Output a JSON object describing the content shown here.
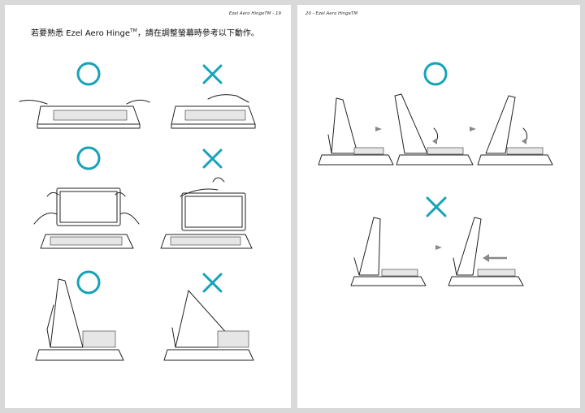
{
  "left_page": {
    "header": "Ezel Aero HingeTM - 19",
    "intro_text": "若要熟悉 Ezel Aero Hinge",
    "intro_sup": "TM",
    "intro_tail": "，請在調整螢幕時參考以下動作。",
    "rows": [
      {
        "correct": "O",
        "incorrect": "X",
        "topic": "closed-laptop-grip"
      },
      {
        "correct": "O",
        "incorrect": "X",
        "topic": "screen-lift-grip"
      },
      {
        "correct": "O",
        "incorrect": "X",
        "topic": "stand-mode-position"
      }
    ]
  },
  "right_page": {
    "header": "20 - Ezel Aero HingeTM",
    "sequences": [
      {
        "mark": "O",
        "steps": 3
      },
      {
        "mark": "X",
        "steps": 2
      }
    ]
  },
  "colors": {
    "accent": "#15a3b8",
    "line": "#222222",
    "gutter": "#d9d9d9"
  }
}
